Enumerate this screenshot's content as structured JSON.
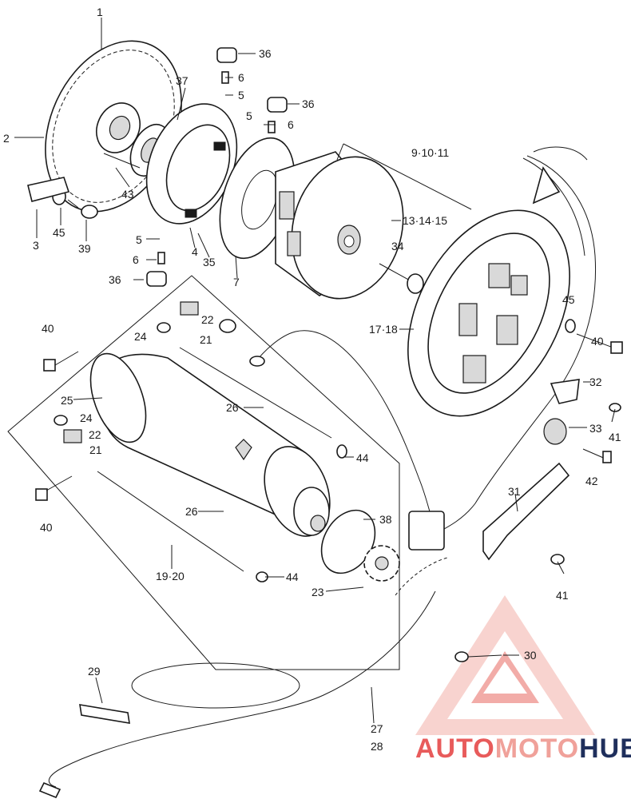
{
  "callouts": [
    {
      "id": "c1",
      "text": "1"
    },
    {
      "id": "c2",
      "text": "2"
    },
    {
      "id": "c3",
      "text": "3"
    },
    {
      "id": "c4",
      "text": "4"
    },
    {
      "id": "c5a",
      "text": "5"
    },
    {
      "id": "c5b",
      "text": "5"
    },
    {
      "id": "c5c",
      "text": "5"
    },
    {
      "id": "c6a",
      "text": "6"
    },
    {
      "id": "c6b",
      "text": "6"
    },
    {
      "id": "c6c",
      "text": "6"
    },
    {
      "id": "c7",
      "text": "7"
    },
    {
      "id": "c9",
      "text": "9·10·11"
    },
    {
      "id": "c13",
      "text": "13·14·15"
    },
    {
      "id": "c17",
      "text": "17·18"
    },
    {
      "id": "c19",
      "text": "19·20"
    },
    {
      "id": "c21a",
      "text": "21"
    },
    {
      "id": "c21b",
      "text": "21"
    },
    {
      "id": "c22a",
      "text": "22"
    },
    {
      "id": "c22b",
      "text": "22"
    },
    {
      "id": "c23",
      "text": "23"
    },
    {
      "id": "c24a",
      "text": "24"
    },
    {
      "id": "c24b",
      "text": "24"
    },
    {
      "id": "c25",
      "text": "25"
    },
    {
      "id": "c26a",
      "text": "26"
    },
    {
      "id": "c26b",
      "text": "26"
    },
    {
      "id": "c27",
      "text": "27"
    },
    {
      "id": "c28",
      "text": "28"
    },
    {
      "id": "c29",
      "text": "29"
    },
    {
      "id": "c30",
      "text": "30"
    },
    {
      "id": "c31",
      "text": "31"
    },
    {
      "id": "c32",
      "text": "32"
    },
    {
      "id": "c33",
      "text": "33"
    },
    {
      "id": "c34",
      "text": "34"
    },
    {
      "id": "c35",
      "text": "35"
    },
    {
      "id": "c36a",
      "text": "36"
    },
    {
      "id": "c36b",
      "text": "36"
    },
    {
      "id": "c36c",
      "text": "36"
    },
    {
      "id": "c37",
      "text": "37"
    },
    {
      "id": "c38",
      "text": "38"
    },
    {
      "id": "c39",
      "text": "39"
    },
    {
      "id": "c40a",
      "text": "40"
    },
    {
      "id": "c40b",
      "text": "40"
    },
    {
      "id": "c40c",
      "text": "40"
    },
    {
      "id": "c41a",
      "text": "41"
    },
    {
      "id": "c41b",
      "text": "41"
    },
    {
      "id": "c42",
      "text": "42"
    },
    {
      "id": "c43",
      "text": "43"
    },
    {
      "id": "c44a",
      "text": "44"
    },
    {
      "id": "c44b",
      "text": "44"
    },
    {
      "id": "c45a",
      "text": "45"
    },
    {
      "id": "c45b",
      "text": "45"
    }
  ],
  "watermark": {
    "part_auto": "AUTO",
    "part_moto": "MOTO",
    "part_hub": "HUB",
    "color_auto": "#e85b5b",
    "color_moto": "#f0a19a",
    "color_hub": "#1f2f5c"
  }
}
